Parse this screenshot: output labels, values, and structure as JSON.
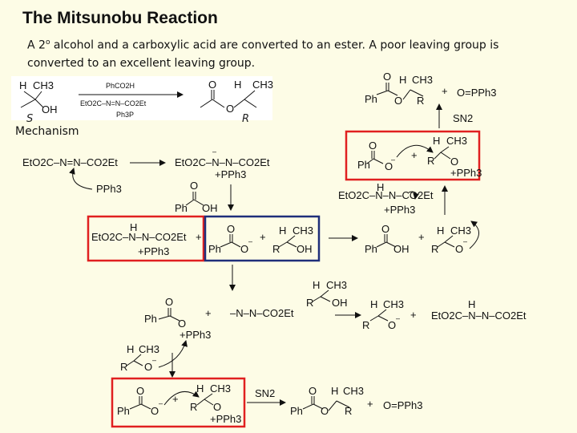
{
  "title": "The Mitsunobu Reaction",
  "intro": {
    "before": "A 2",
    "sup": "o",
    "after": " alcohol and a carboxylic acid are converted to an ester. A poor leaving group is converted to an excellent leaving group."
  },
  "labels": {
    "s": "S",
    "r": "R",
    "mechanism": "Mechanism"
  },
  "overview": {
    "reagent_top": "PhCO2H",
    "reagent_bottom": "EtO2C–N=N–CO2Et",
    "reagent_phosphine": "Ph3P",
    "alcohol_h": "H",
    "alcohol_ch3": "CH3",
    "alcohol_oh": "OH"
  },
  "chem": {
    "ph": "Ph",
    "o": "O",
    "oh": "OH",
    "h": "H",
    "ch3": "CH3",
    "r": "R",
    "pph3": "PPh3",
    "plus_pph3": "+PPh3",
    "opph3": "O=PPh3",
    "dead": "EtO2C–N=N–CO2Et",
    "sn2": "SN2",
    "plus": "+",
    "minus": "–",
    "betaine_left": "EtO2C–N–N–CO2Et",
    "hydrazine_anion": "–N–N–CO2Et",
    "hydrazine": "EtO2C–N–N–CO2Et"
  },
  "colors": {
    "red_box": "#e02020",
    "blue_box": "#1f2f7a",
    "background": "#fdfce6"
  }
}
